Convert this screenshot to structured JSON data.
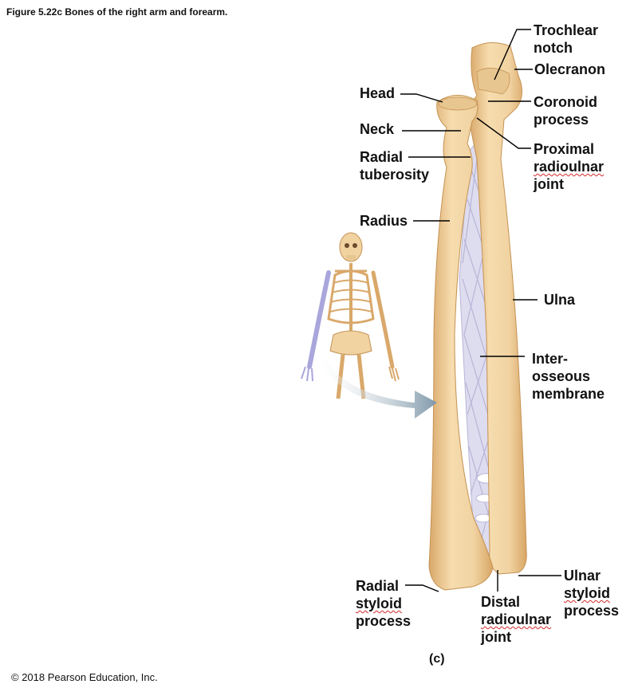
{
  "figure": {
    "title": "Figure 5.22c Bones of the right arm and forearm.",
    "panel_letter": "(c)",
    "copyright": "© 2018 Pearson Education, Inc."
  },
  "labels": {
    "trochlear_notch": [
      "Trochlear",
      "notch"
    ],
    "olecranon": [
      "Olecranon"
    ],
    "head": [
      "Head"
    ],
    "coronoid_process": [
      "Coronoid",
      "process"
    ],
    "neck": [
      "Neck"
    ],
    "proximal_radioulnar_joint": [
      "Proximal",
      "radioulnar",
      "joint"
    ],
    "radial_tuberosity": [
      "Radial",
      "tuberosity"
    ],
    "radius": [
      "Radius"
    ],
    "ulna": [
      "Ulna"
    ],
    "interosseous_membrane": [
      "Inter-",
      "osseous",
      "membrane"
    ],
    "radial_styloid_process": [
      "Radial",
      "styloid",
      "process"
    ],
    "ulnar_styloid_process": [
      "Ulnar",
      "styloid",
      "process"
    ],
    "distal_radioulnar_joint": [
      "Distal",
      "radioulnar",
      "joint"
    ]
  },
  "colors": {
    "bone": "#f1d3a2",
    "bone_shadow": "#d9a86a",
    "membrane": "#dedcef",
    "membrane_line": "#b8b5d6",
    "highlight_limb": "#a9a6dc",
    "arrow": "#8fa6b6",
    "leader": "#000000"
  },
  "icons": {
    "skeleton": "skeleton-icon",
    "pointer_arrow": "arrow-icon"
  }
}
